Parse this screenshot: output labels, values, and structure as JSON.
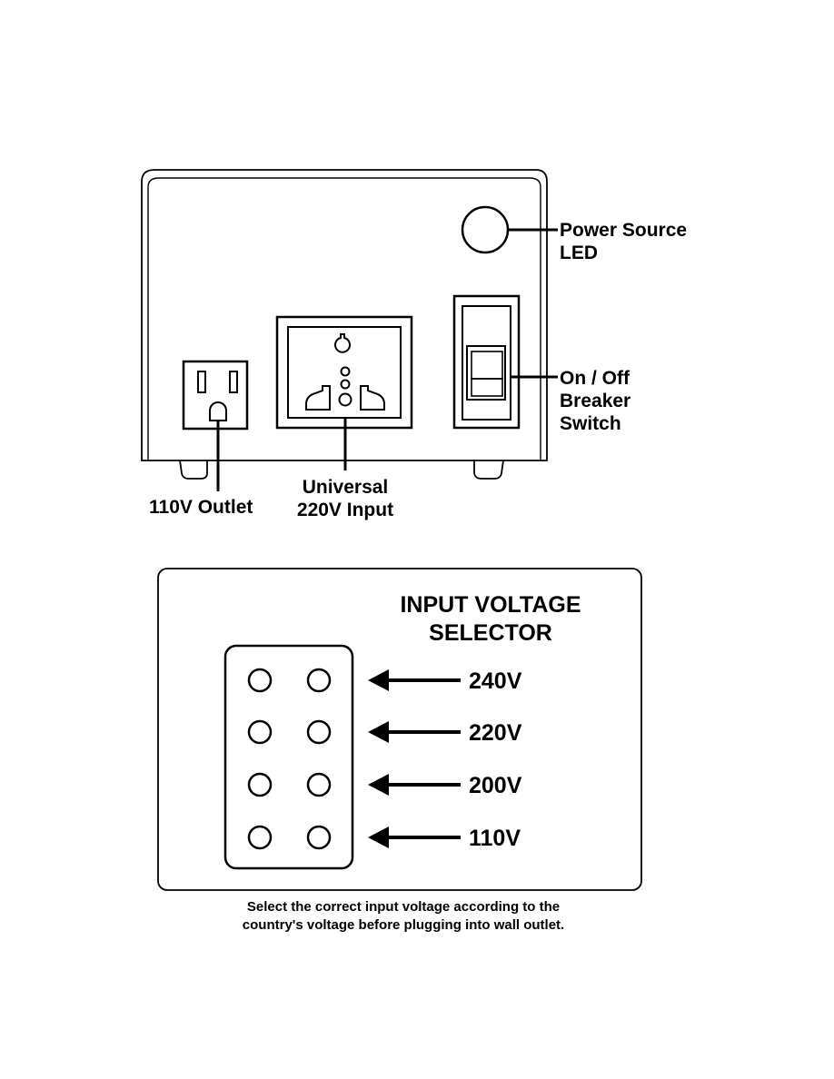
{
  "labels": {
    "power_led": [
      "Power Source",
      "LED"
    ],
    "breaker": [
      "On / Off",
      "Breaker",
      "Switch"
    ],
    "outlet": "110V Outlet",
    "input": [
      "Universal",
      "220V Input"
    ]
  },
  "selector": {
    "title": [
      "INPUT VOLTAGE",
      "SELECTOR"
    ],
    "voltages": [
      "240V",
      "220V",
      "200V",
      "110V"
    ]
  },
  "caption": [
    "Select the correct input voltage according to the",
    "country's voltage before plugging into wall outlet."
  ]
}
